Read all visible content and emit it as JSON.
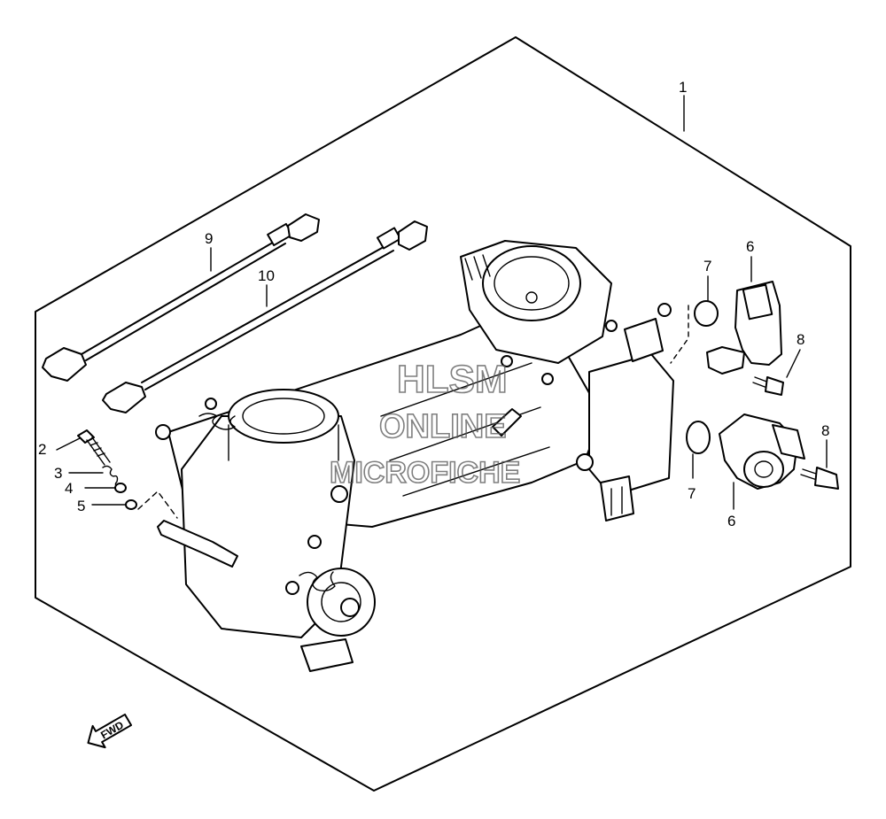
{
  "callouts": {
    "p1": "1",
    "p2": "2",
    "p3": "3",
    "p4": "4",
    "p5": "5",
    "p6_upper": "6",
    "p6_lower": "6",
    "p7_upper": "7",
    "p7_lower": "7",
    "p8_upper": "8",
    "p8_lower": "8",
    "p9": "9",
    "p10": "10"
  },
  "direction_arrow": "FWD",
  "watermark": {
    "line1": "HLSM",
    "line2": "ONLINE",
    "line3": "MICROFICHE"
  },
  "icons": [
    "fwd-arrow-icon"
  ],
  "colors": {
    "ink": "#000000",
    "background": "#ffffff"
  }
}
